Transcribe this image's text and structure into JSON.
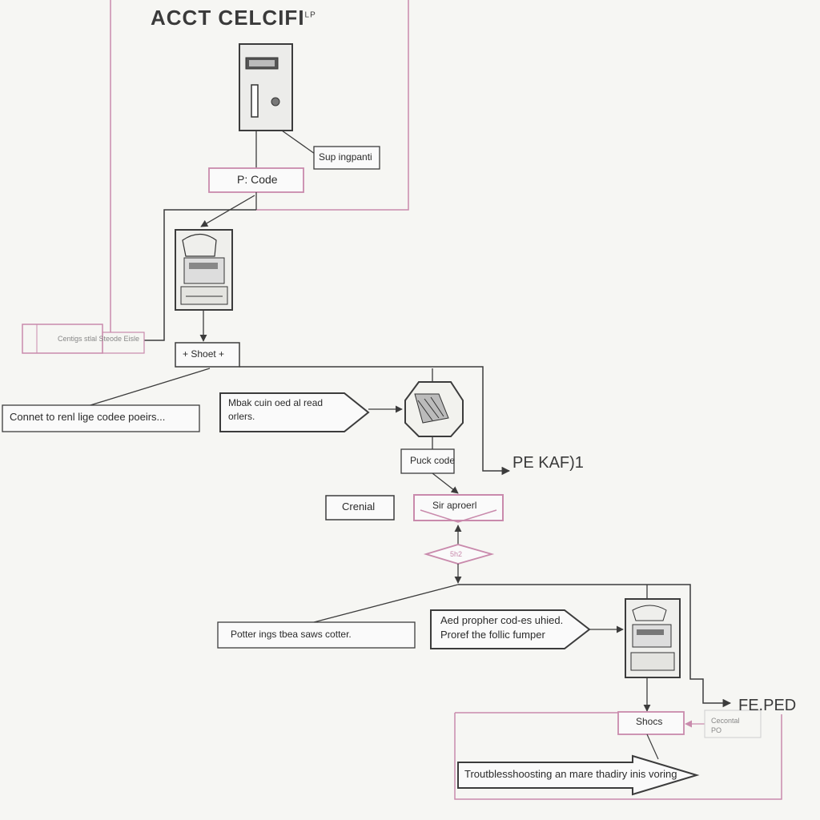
{
  "title": "ACCT CELCIFI",
  "title_superscript": "LP",
  "nodes": {
    "sup_ingpanti": "Sup ingpanti",
    "pc_code": "P: Code",
    "left_box_small": "Centigs stlal Steode Eisle",
    "shoet": "+ Shoet +",
    "connect_note": "Connet to renl lige codee poeirs...",
    "mbak_note_line1": "Mbak cuin oed al read",
    "mbak_note_line2": "orlers.",
    "puck_code": "Puck code",
    "pe_kafi": "PE KAF)1",
    "crenial": "Crenial",
    "sir_aproerl": "Sir aproerl",
    "diamond_label": "5h2",
    "potter_note": "Potter ings tbea saws cotter.",
    "aed_note_line1": "Aed propher cod-es uhied.",
    "aed_note_line2": "Proref the follic fumper",
    "fe_ped": "FE.PED",
    "shocs": "Shocs",
    "cecontal_line1": "Cecontal",
    "cecontal_line2": "PO",
    "trouble_arrow": "Troutblesshoosting an mare thadiry inis voring"
  },
  "colors": {
    "pink": "#c98aac",
    "line": "#3c3c3c",
    "paper": "#f6f6f3"
  }
}
